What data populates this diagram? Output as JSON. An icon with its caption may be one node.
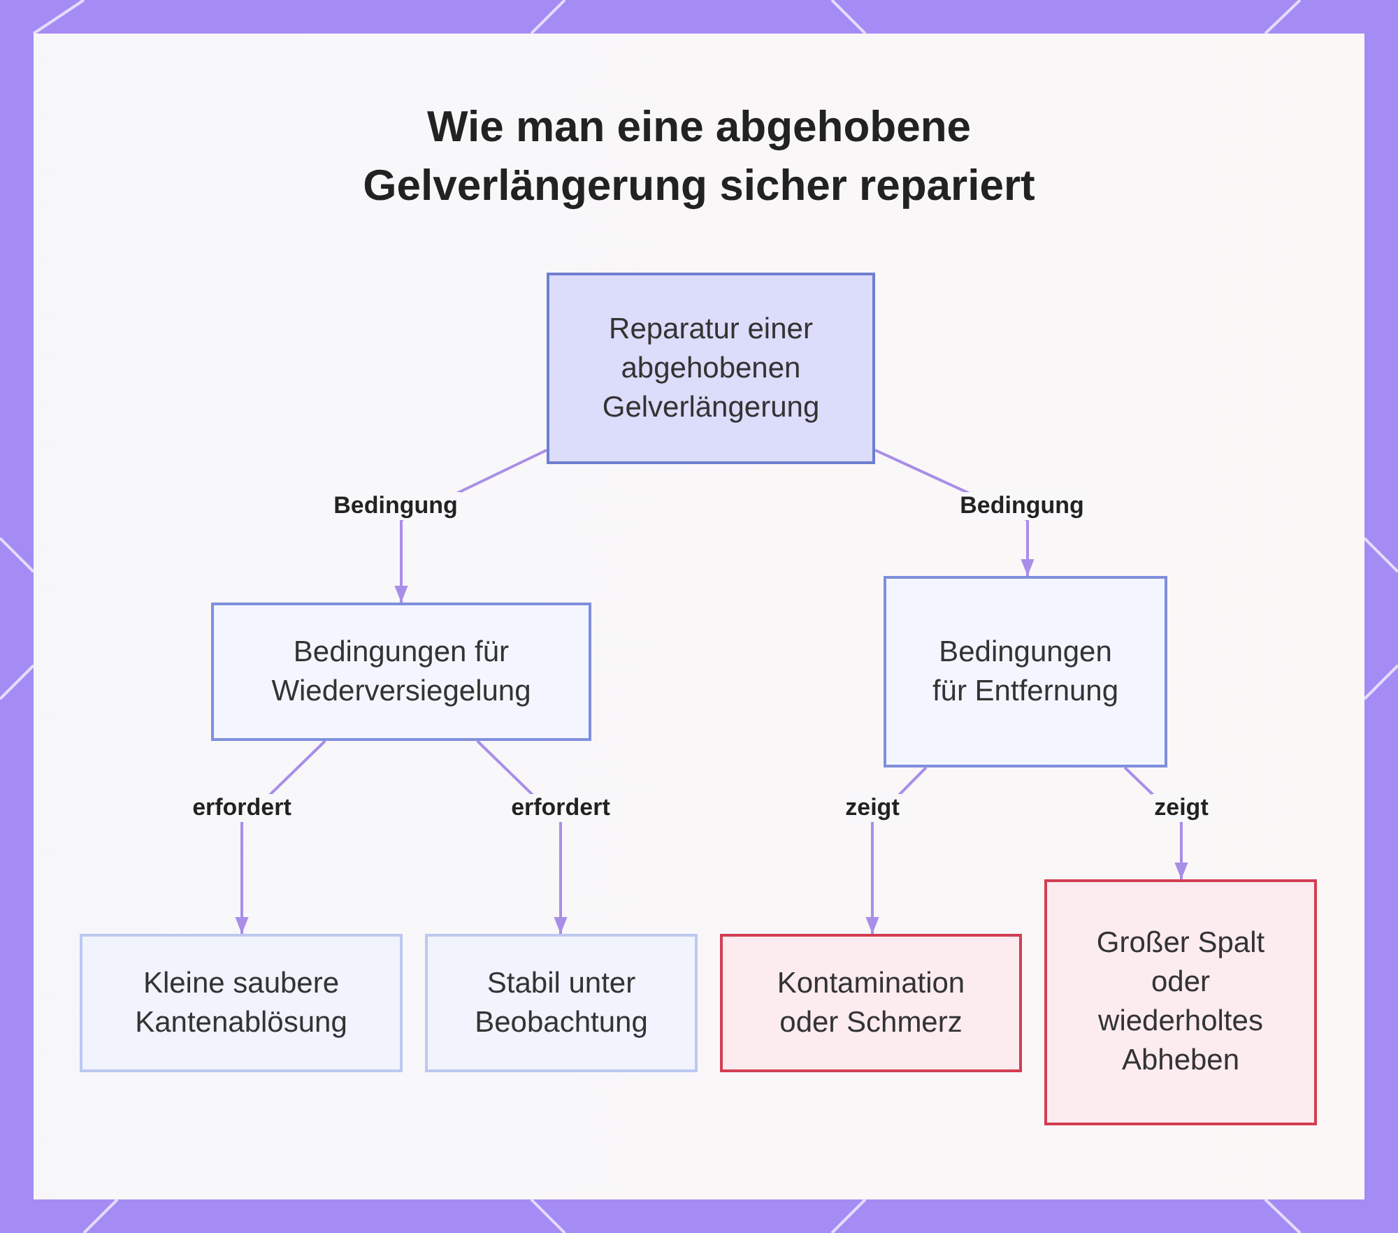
{
  "diagram": {
    "title": "Wie man eine abgehobene Gelverlängerung sicher repariert",
    "nodes": [
      {
        "text": [
          "Reparatur einer abgehobenen Gelverlängerung"
        ]
      },
      {
        "text": [
          "Bedingungen für Wiederversiegelung"
        ]
      },
      {
        "text": [
          "Bedingungen für Entfernung"
        ]
      },
      {
        "text": [
          "Kleine saubere Kantenablösung"
        ]
      },
      {
        "text": [
          "Stabil unter Beobachtung"
        ]
      },
      {
        "text": [
          "Kontamination oder Schmerz"
        ]
      },
      {
        "text": [
          "Großer Spalt oder wiederholtes Abheben"
        ]
      }
    ],
    "edges": [
      {
        "from": 0,
        "to": 1,
        "arrow": "to",
        "label": "Bedingung"
      },
      {
        "from": 0,
        "to": 2,
        "arrow": "to",
        "label": "Bedingung"
      },
      {
        "from": 1,
        "to": 3,
        "arrow": "to",
        "label": "erfordert"
      },
      {
        "from": 1,
        "to": 4,
        "arrow": "to",
        "label": "erfordert"
      },
      {
        "from": 2,
        "to": 5,
        "arrow": "to",
        "label": "zeigt"
      },
      {
        "from": 2,
        "to": 6,
        "arrow": "to",
        "label": "zeigt"
      }
    ]
  }
}
